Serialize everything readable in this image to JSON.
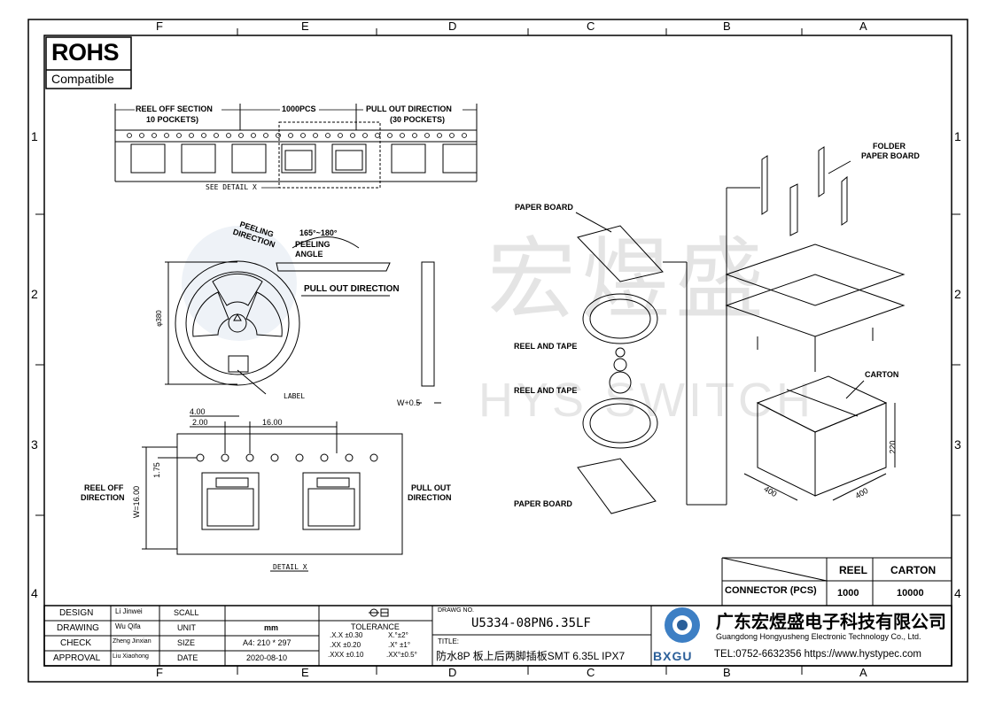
{
  "frame": {
    "col_labels": [
      "F",
      "E",
      "D",
      "C",
      "B",
      "A"
    ],
    "row_labels": [
      "1",
      "2",
      "3",
      "4"
    ]
  },
  "rohs": {
    "line1": "ROHS",
    "line2": "Compatible"
  },
  "watermark": {
    "cn": "宏煜盛",
    "en": "HYS SWITCH"
  },
  "tape_section": {
    "reel_off": "REEL OFF SECTION",
    "reel_off_pockets": "10 POCKETS)",
    "pcs": "1000PCS",
    "pull_out": "PULL OUT DIRECTION",
    "pull_out_pockets": "(30 POCKETS)",
    "see_detail": "SEE DETAIL X"
  },
  "reel_view": {
    "peeling_direction_1": "PEELING",
    "peeling_direction_2": "DIRECTION",
    "angle": "165°~180°",
    "peeling_angle_1": "PEELING",
    "peeling_angle_2": "ANGLE",
    "pull_out": "PULL OUT DIRECTION",
    "diameter": "φ380",
    "label": "LABEL",
    "width": "W+0.5"
  },
  "detail_x": {
    "dim_4": "4.00",
    "dim_2": "2.00",
    "dim_16": "16.00",
    "dim_175": "1.75",
    "dim_w": "W=16.00",
    "reel_off_1": "REEL OFF",
    "reel_off_2": "DIRECTION",
    "pull_out_1": "PULL OUT",
    "pull_out_2": "DIRECTION",
    "title": "DETAIL X"
  },
  "packing": {
    "paper_board_top": "PAPER BOARD",
    "reel_tape_1": "REEL AND TAPE",
    "reel_tape_2": "REEL AND TAPE",
    "paper_board_bottom": "PAPER BOARD",
    "folder_1": "FOLDER",
    "folder_2": "PAPER BOARD",
    "carton": "CARTON",
    "dim_220": "220",
    "dim_400a": "400",
    "dim_400b": "400"
  },
  "qty_table": {
    "h_reel": "REEL",
    "h_carton": "CARTON",
    "row_label": "CONNECTOR (PCS)",
    "reel_val": "1000",
    "carton_val": "10000"
  },
  "title_block": {
    "rows": [
      {
        "label": "DESIGN",
        "name": "Li Jinwei",
        "key": "SCALL",
        "val": ""
      },
      {
        "label": "DRAWING",
        "name": "Wu Qifa",
        "key": "UNIT",
        "val": "mm"
      },
      {
        "label": "CHECK",
        "name": "Zheng Jinxian",
        "key": "SIZE",
        "val": "A4: 210 * 297"
      },
      {
        "label": "APPROVAL",
        "name": "Liu Xiaohong",
        "key": "DATE",
        "val": "2020-08-10"
      }
    ],
    "tolerance_title": "TOLERANCE",
    "tol": [
      ".X.X  ±0.30",
      ".XX  ±0.20",
      ".XXX  ±0.10",
      "X.°±2°",
      ".X° ±1°",
      ".XX°±0.5°"
    ],
    "drawing_no_label": "DRAWG NO.",
    "drawing_no": "U5334-08PN6.35LF",
    "title_label": "TITLE:",
    "title": "防水8P 板上后两脚插板SMT 6.35L IPX7",
    "company_cn": "广东宏煜盛电子科技有限公司",
    "company_en": "Guangdong Hongyusheng Electronic Technology Co., Ltd.",
    "contact": "TEL:0752-6632356  https://www.hystypec.com",
    "logo_text": "BXGU"
  }
}
